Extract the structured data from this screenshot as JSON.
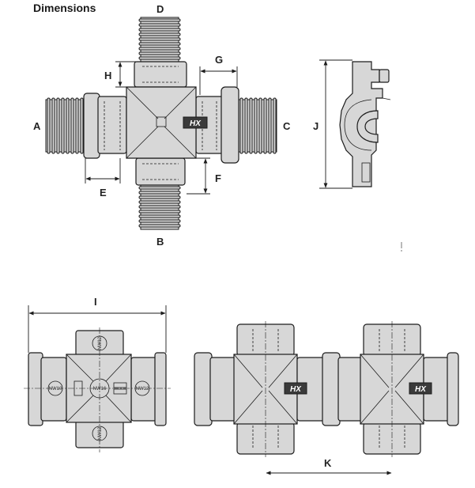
{
  "title": "Dimensions",
  "labels": {
    "A": "A",
    "B": "B",
    "C": "C",
    "D": "D",
    "E": "E",
    "F": "F",
    "G": "G",
    "H": "H",
    "I": "I",
    "J": "J",
    "K": "K"
  },
  "logo_text": "HX",
  "port_markings": {
    "top": "NW12",
    "bottom": "NW12",
    "left": "NW10",
    "right": "NW12",
    "center": "NW16"
  },
  "colors": {
    "line": "#1c1c1c",
    "fill": "#d7d7d7",
    "logo_fill": "#3a3a3a"
  }
}
